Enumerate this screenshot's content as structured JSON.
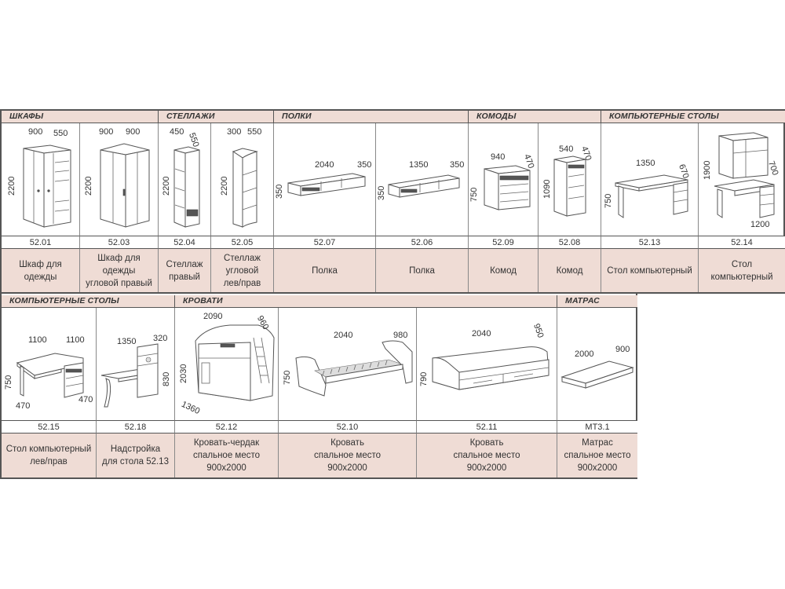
{
  "row1": {
    "categories": [
      {
        "key": "wardrobes",
        "label": "ШКАФЫ"
      },
      {
        "key": "racks",
        "label": "СТЕЛЛАЖИ"
      },
      {
        "key": "shelves",
        "label": "ПОЛКИ"
      },
      {
        "key": "dressers",
        "label": "КОМОДЫ"
      },
      {
        "key": "desks",
        "label": "КОМПЬЮТЕРНЫЕ СТОЛЫ"
      }
    ],
    "items": [
      {
        "code": "52.01",
        "name": [
          "Шкаф для одежды"
        ],
        "dims": [
          "900",
          "550",
          "2200"
        ]
      },
      {
        "code": "52.03",
        "name": [
          "Шкаф для одежды",
          "угловой правый"
        ],
        "dims": [
          "900",
          "900",
          "2200"
        ]
      },
      {
        "code": "52.04",
        "name": [
          "Стеллаж",
          "правый"
        ],
        "dims": [
          "450",
          "550",
          "2200"
        ]
      },
      {
        "code": "52.05",
        "name": [
          "Стеллаж угловой",
          "лев/прав"
        ],
        "dims": [
          "300",
          "550",
          "2200"
        ]
      },
      {
        "code": "52.07",
        "name": [
          "Полка"
        ],
        "dims": [
          "2040",
          "350",
          "350"
        ]
      },
      {
        "code": "52.06",
        "name": [
          "Полка"
        ],
        "dims": [
          "1350",
          "350",
          "350"
        ]
      },
      {
        "code": "52.09",
        "name": [
          "Комод"
        ],
        "dims": [
          "940",
          "470",
          "750"
        ]
      },
      {
        "code": "52.08",
        "name": [
          "Комод"
        ],
        "dims": [
          "540",
          "470",
          "1090"
        ]
      },
      {
        "code": "52.13",
        "name": [
          "Стол компьютерный"
        ],
        "dims": [
          "1350",
          "670",
          "750"
        ]
      },
      {
        "code": "52.14",
        "name": [
          "Стол компьютерный"
        ],
        "dims": [
          "1900",
          "700",
          "1200"
        ]
      }
    ]
  },
  "row2": {
    "categories": [
      {
        "key": "desks2",
        "label": "КОМПЬЮТЕРНЫЕ СТОЛЫ"
      },
      {
        "key": "beds",
        "label": "КРОВАТИ"
      },
      {
        "key": "mattress",
        "label": "МАТРАС"
      }
    ],
    "items": [
      {
        "code": "52.15",
        "name": [
          "Стол компьютерный",
          "лев/прав"
        ],
        "dims": [
          "1100",
          "1100",
          "750",
          "470",
          "470"
        ]
      },
      {
        "code": "52.18",
        "name": [
          "Надстройка",
          "для стола 52.13"
        ],
        "dims": [
          "1350",
          "320",
          "830"
        ]
      },
      {
        "code": "52.12",
        "name": [
          "Кровать-чердак",
          "спальное место",
          "900х2000"
        ],
        "dims": [
          "2090",
          "960",
          "2030",
          "1360"
        ]
      },
      {
        "code": "52.10",
        "name": [
          "Кровать",
          "спальное место",
          "900х2000"
        ],
        "dims": [
          "2040",
          "980",
          "750"
        ]
      },
      {
        "code": "52.11",
        "name": [
          "Кровать",
          "спальное место",
          "900х2000"
        ],
        "dims": [
          "2040",
          "950",
          "790"
        ]
      },
      {
        "code": "МТ3.1",
        "name": [
          "Матрас",
          "спальное место",
          "900х2000"
        ],
        "dims": [
          "2000",
          "900"
        ]
      }
    ]
  },
  "colors": {
    "header_bg": "#efdcd5",
    "border": "#555555"
  }
}
